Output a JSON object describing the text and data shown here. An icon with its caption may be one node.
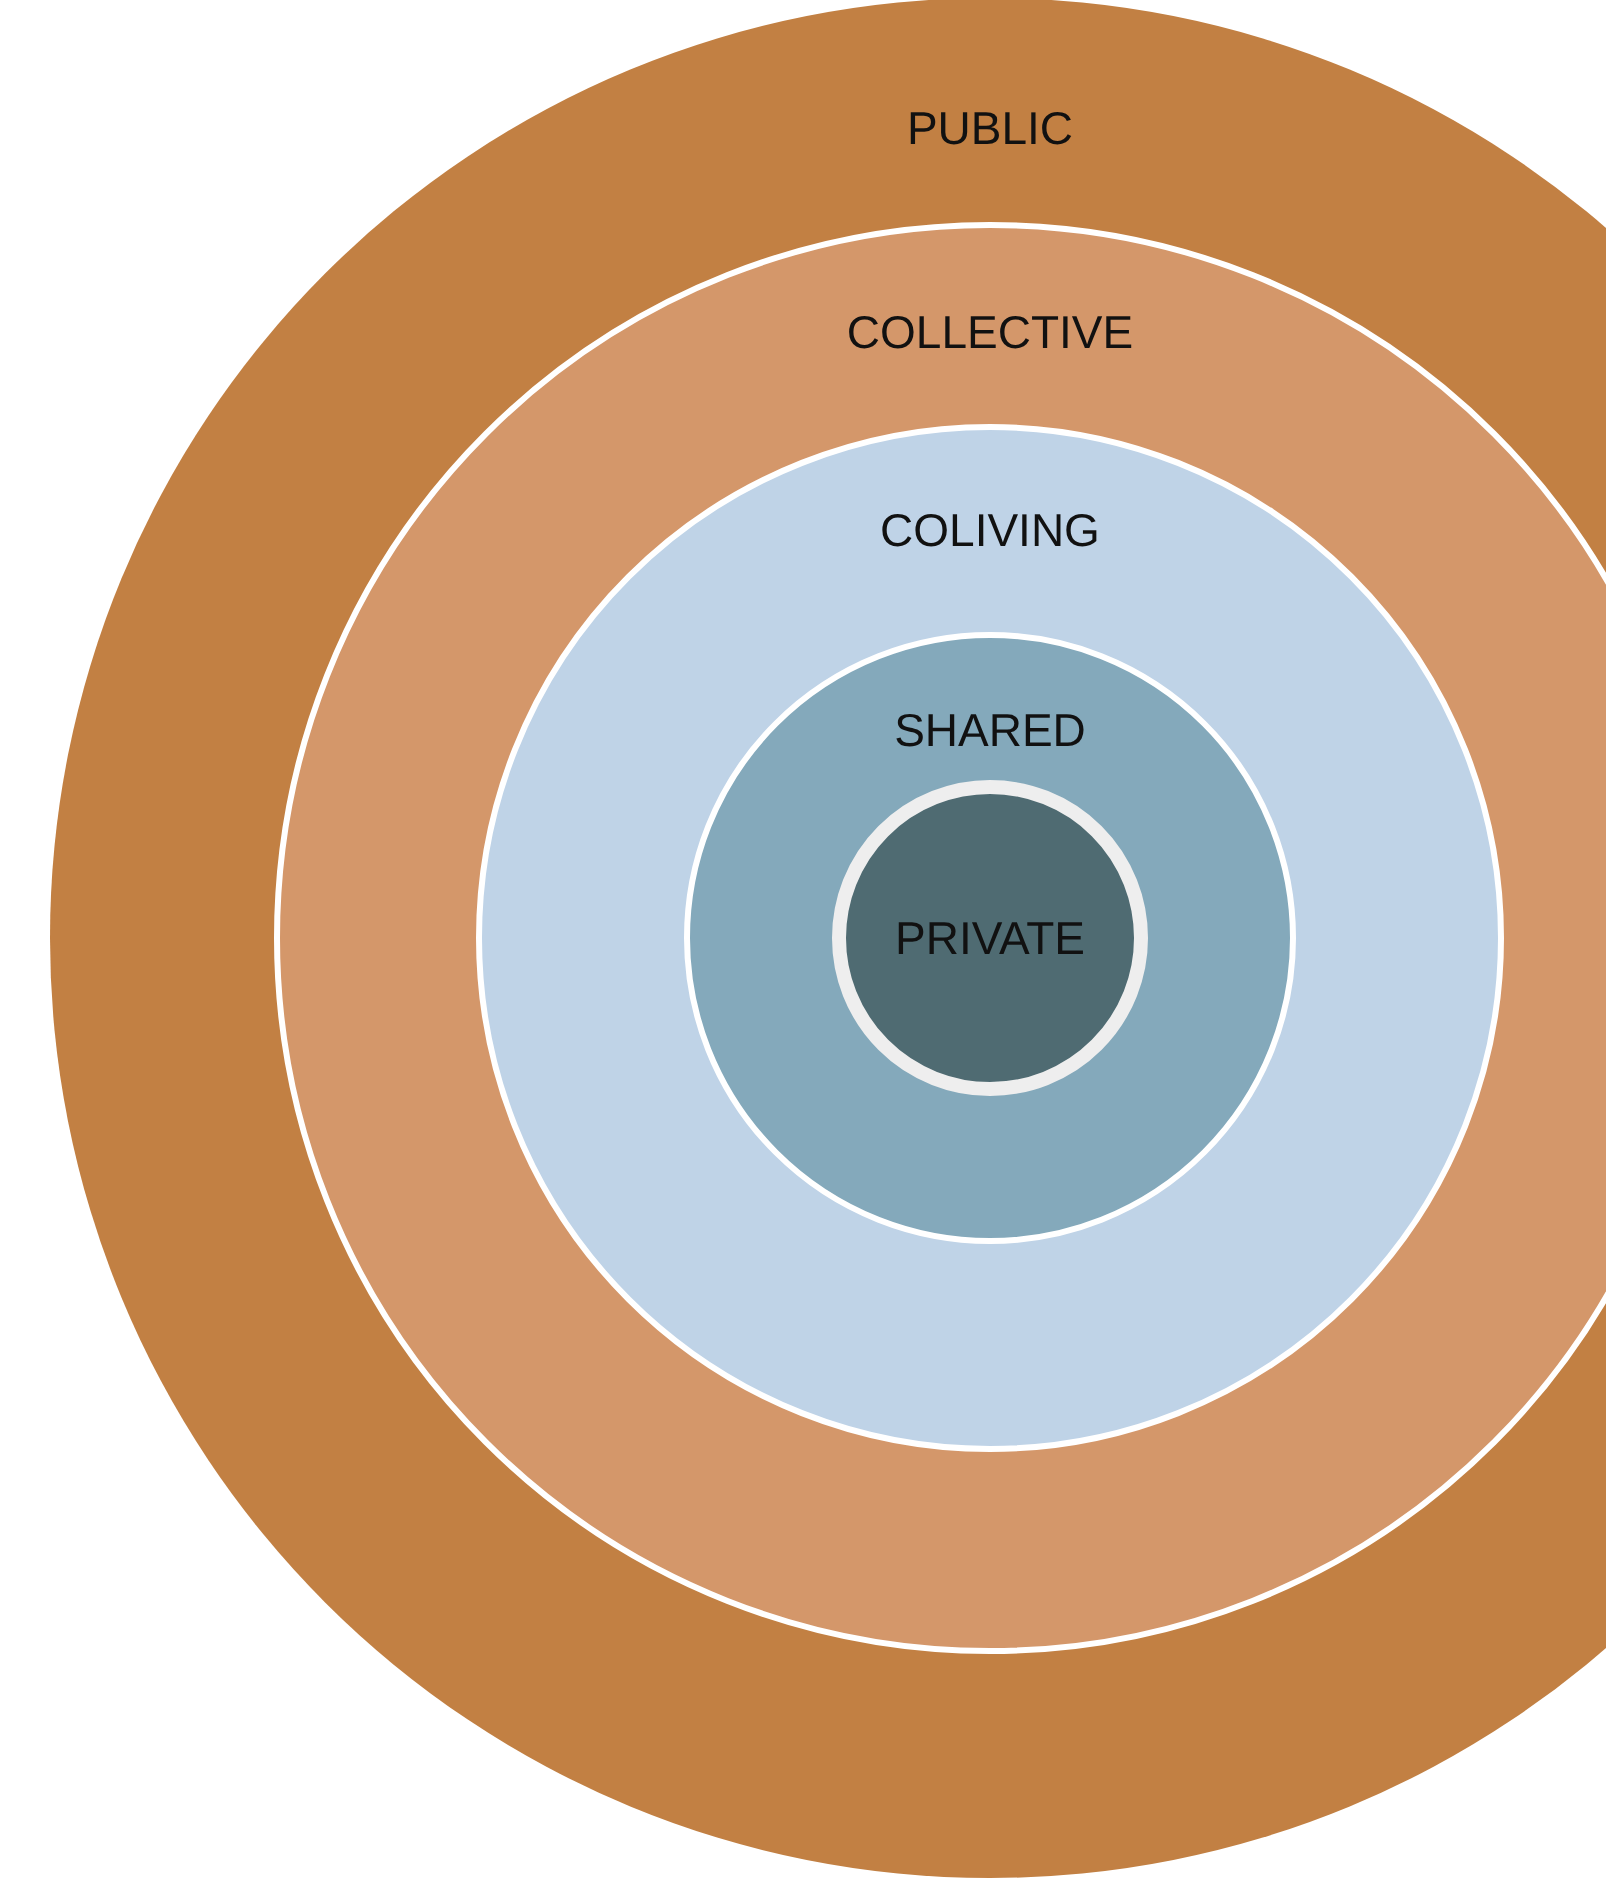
{
  "diagram": {
    "nodes": [
      {
        "text": [
          "PUBLIC"
        ]
      },
      {
        "text": [
          "COLLECTIVE"
        ],
        "in": 0
      },
      {
        "text": [
          "COLIVING"
        ],
        "in": 1
      },
      {
        "text": [
          "SHARED"
        ],
        "in": 2
      },
      {
        "text": [
          "PRIVATE"
        ],
        "in": 3
      }
    ]
  }
}
